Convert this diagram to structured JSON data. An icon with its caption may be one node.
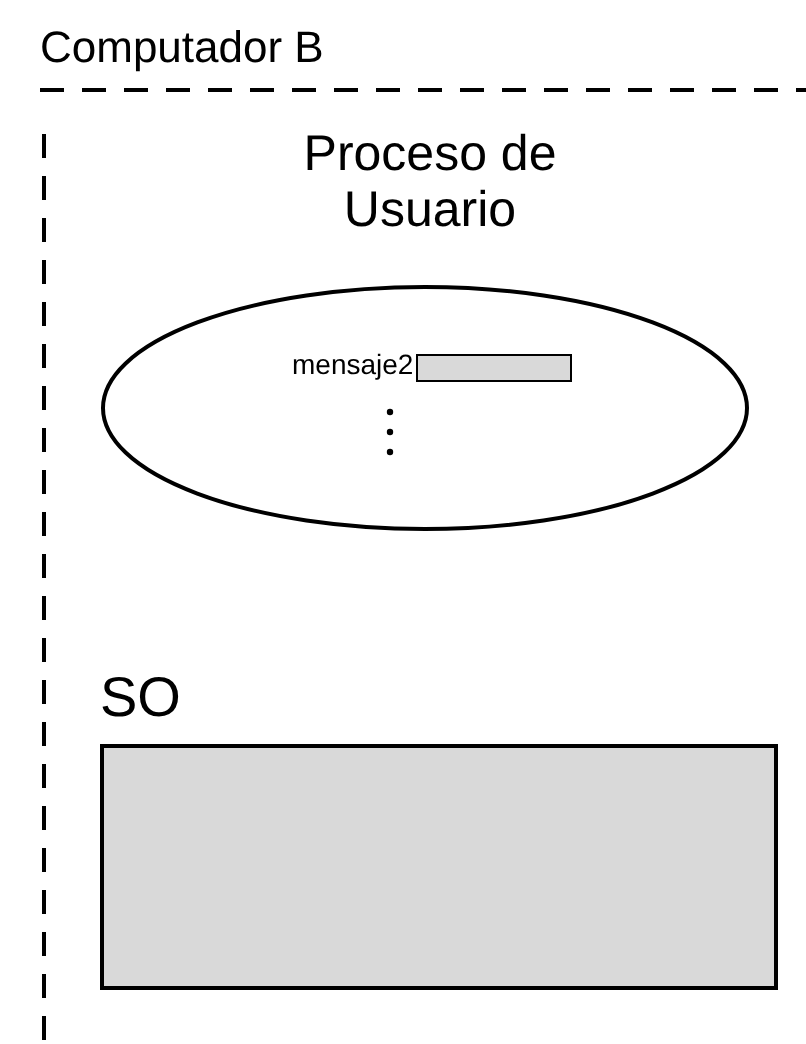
{
  "diagram": {
    "nodes": [
      {
        "text": [
          "Computador B"
        ]
      },
      {
        "text": [
          "Proceso de Usuario"
        ],
        "in": 0
      },
      {
        "text": [],
        "shape": "box",
        "beside": [
          "mensaje2"
        ],
        "in": 1
      },
      {
        "text": [
          "SO"
        ],
        "in": 0
      }
    ]
  }
}
